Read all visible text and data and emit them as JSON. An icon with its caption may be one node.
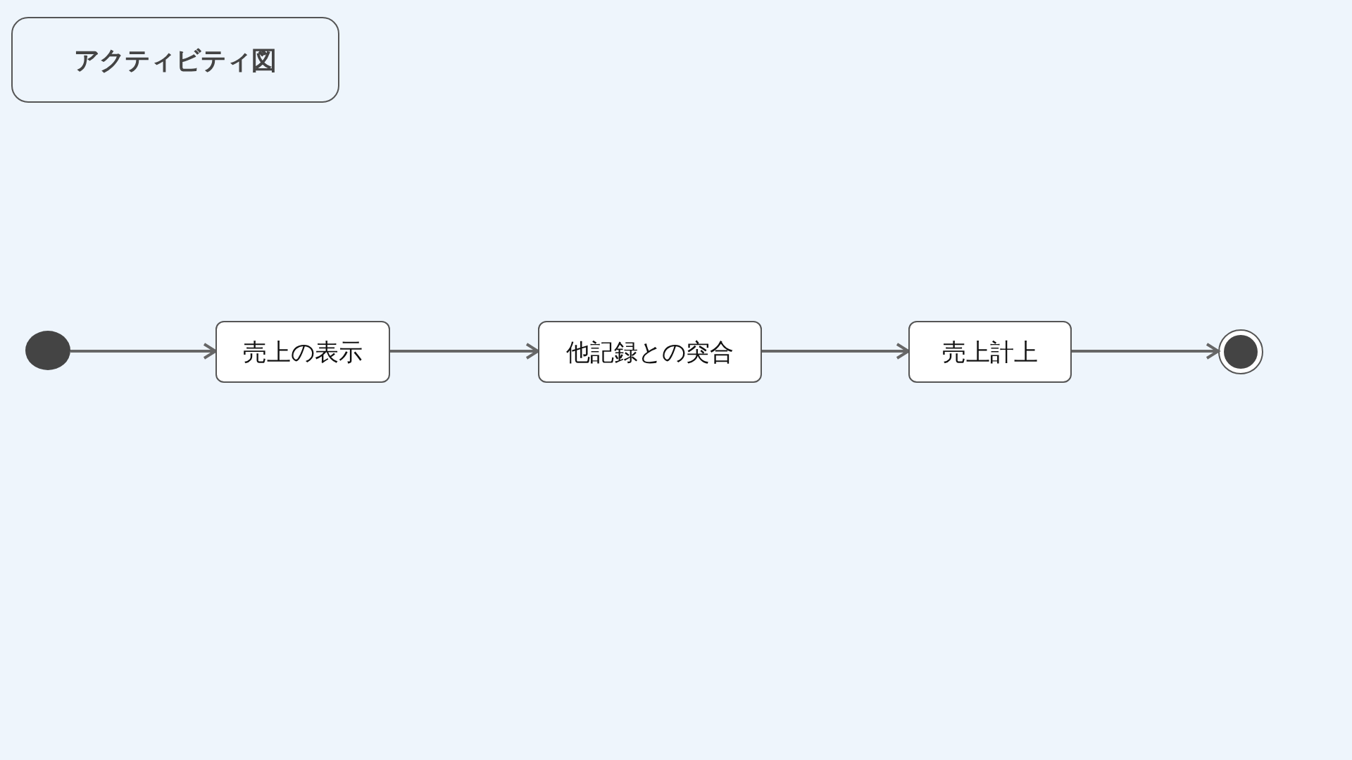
{
  "diagram": {
    "title": "アクティビティ図",
    "nodes": [
      {
        "text": [],
        "shape": "circle"
      },
      {
        "text": [
          "売上の表示"
        ]
      },
      {
        "text": [
          "他記録との突合"
        ]
      },
      {
        "text": [
          "売上計上"
        ]
      },
      {
        "text": [],
        "shape": "circle"
      }
    ],
    "edges": [
      {
        "from": 0,
        "to": 1,
        "arrow": "to"
      },
      {
        "from": 1,
        "to": 2,
        "arrow": "to"
      },
      {
        "from": 2,
        "to": 3,
        "arrow": "to"
      },
      {
        "from": 3,
        "to": 4,
        "arrow": "to"
      }
    ]
  }
}
